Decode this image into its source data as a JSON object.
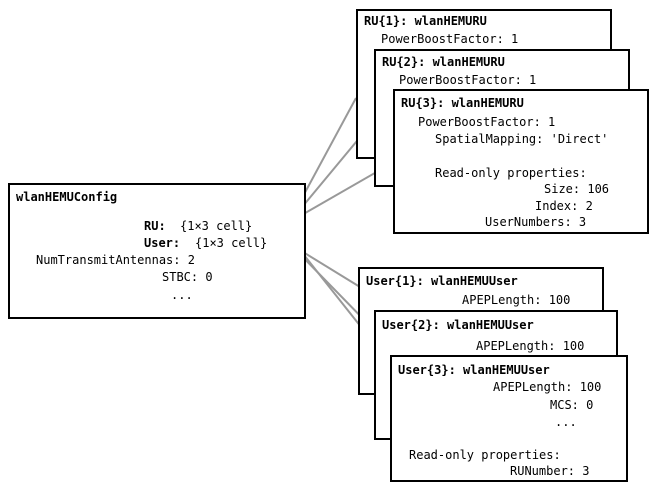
{
  "main": {
    "title": "wlanHEMUConfig",
    "ru_label": "RU:",
    "ru_value": "{1×3 cell}",
    "user_label": "User:",
    "user_value": "{1×3 cell}",
    "antennas": "NumTransmitAntennas: 2",
    "stbc": "STBC: 0",
    "ellipsis": "..."
  },
  "ru_boxes": [
    {
      "title": "RU{1}: wlanHEMURU",
      "power": "PowerBoostFactor: 1"
    },
    {
      "title": "RU{2}: wlanHEMURU",
      "power": "PowerBoostFactor: 1"
    },
    {
      "title": "RU{3}: wlanHEMURU",
      "power": "PowerBoostFactor: 1",
      "mapping": "SpatialMapping: 'Direct'",
      "readonly": "Read-only properties:",
      "size": "Size: 106",
      "index": "Index: 2",
      "users": "UserNumbers: 3"
    }
  ],
  "user_boxes": [
    {
      "title": "User{1}: wlanHEMUUser",
      "apep": "APEPLength: 100"
    },
    {
      "title": "User{2}: wlanHEMUUser",
      "apep": "APEPLength: 100"
    },
    {
      "title": "User{3}: wlanHEMUUser",
      "apep": "APEPLength: 100",
      "mcs": "MCS: 0",
      "ellipsis": "...",
      "readonly": "Read-only properties:",
      "runumber": "RUNumber: 3"
    }
  ],
  "colors": {
    "link": "#999999",
    "border": "#000000"
  }
}
